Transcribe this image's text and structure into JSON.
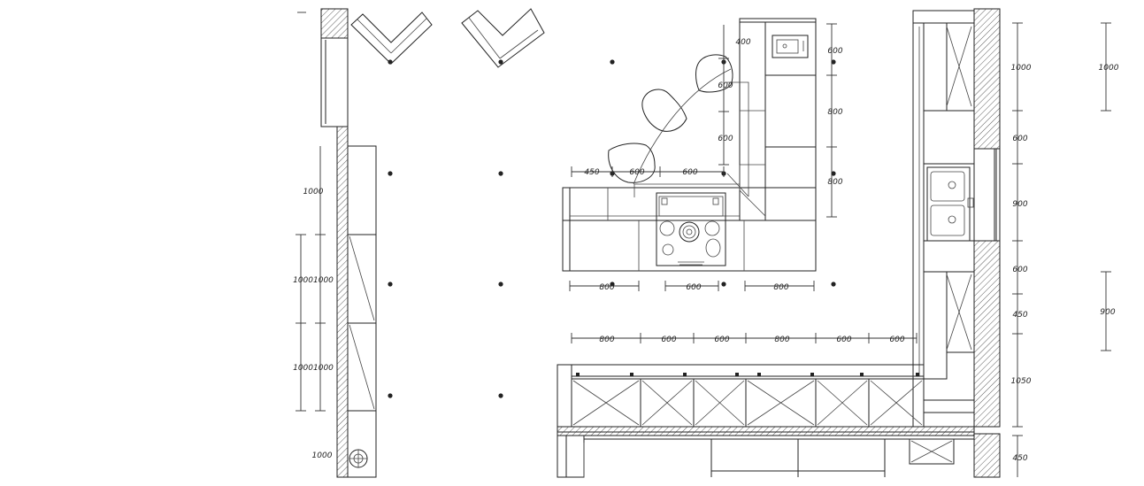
{
  "dimensions": {
    "left_column": [
      "1000",
      "10001000",
      "10001000",
      "1000"
    ],
    "right_column": [
      "1000",
      "600",
      "900",
      "600",
      "450",
      "1050",
      "450"
    ],
    "far_right_column": [
      "1000",
      "900"
    ],
    "island_right": [
      "600",
      "800",
      "800"
    ],
    "island_top_left": [
      "400",
      "600",
      "600"
    ],
    "island_top_row": [
      "450",
      "600",
      "600"
    ],
    "island_bottom_row": [
      "800",
      "600",
      "800"
    ],
    "counter_row": [
      "800",
      "600",
      "600",
      "800",
      "600",
      "600"
    ]
  }
}
